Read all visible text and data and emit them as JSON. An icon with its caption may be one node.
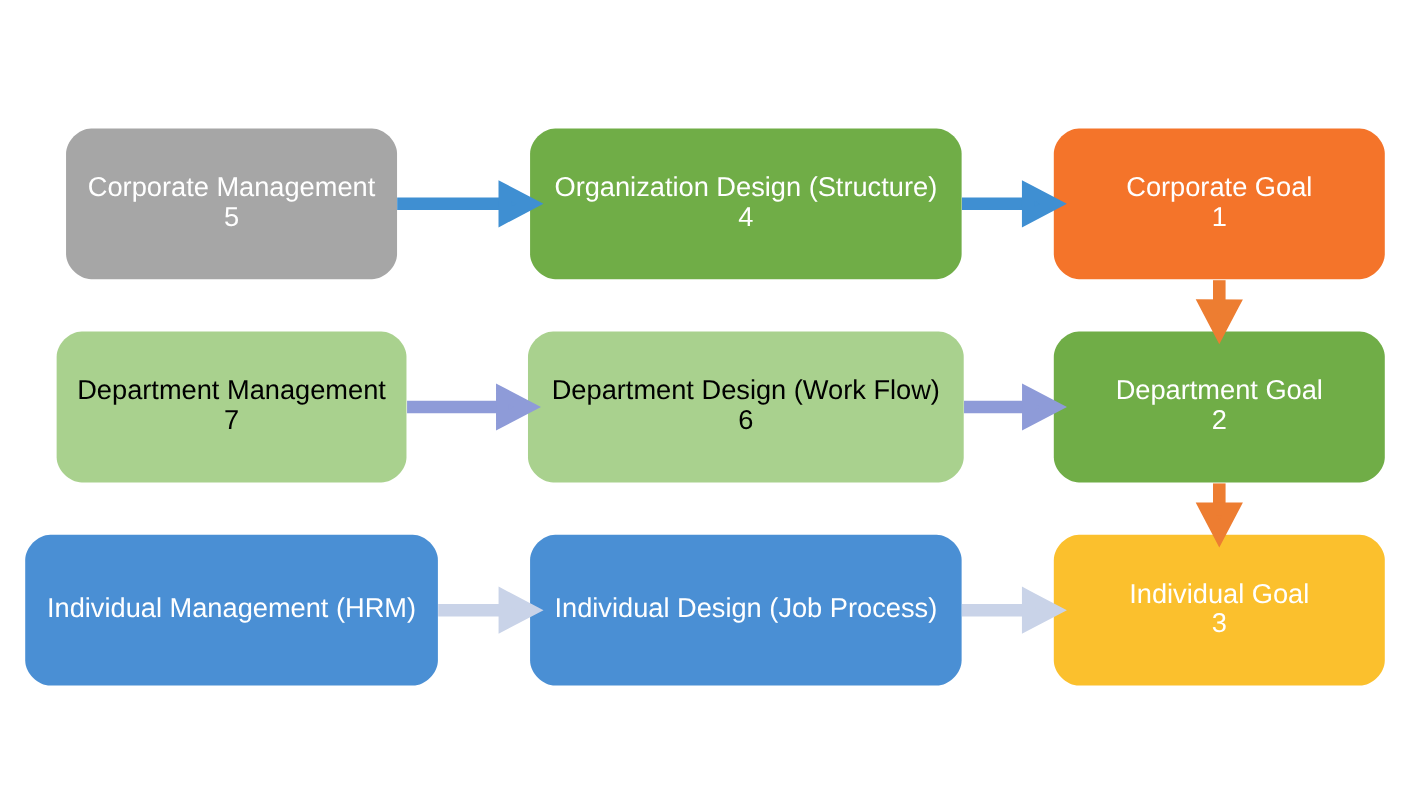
{
  "diagram": {
    "nodes": [
      {
        "text": [
          "Corporate Management",
          "5"
        ]
      },
      {
        "text": [
          "Organization Design (Structure)",
          "4"
        ]
      },
      {
        "text": [
          "Corporate Goal",
          "1"
        ]
      },
      {
        "text": [
          "Department Management",
          "7"
        ]
      },
      {
        "text": [
          "Department Design (Work Flow)",
          "6"
        ]
      },
      {
        "text": [
          "Department Goal",
          "2"
        ]
      },
      {
        "text": [
          "Individual Management (HRM)"
        ]
      },
      {
        "text": [
          "Individual Design (Job Process)"
        ]
      },
      {
        "text": [
          "Individual Goal",
          "3"
        ]
      }
    ],
    "edges": [
      {
        "from": 0,
        "to": 1,
        "arrow": "to",
        "color": "#3f8fd2"
      },
      {
        "from": 1,
        "to": 2,
        "arrow": "to",
        "color": "#3f8fd2"
      },
      {
        "from": 2,
        "to": 5,
        "arrow": "to",
        "color": "#ed7d31"
      },
      {
        "from": 3,
        "to": 4,
        "arrow": "to",
        "color": "#8e9bd8"
      },
      {
        "from": 4,
        "to": 5,
        "arrow": "to",
        "color": "#8e9bd8"
      },
      {
        "from": 5,
        "to": 8,
        "arrow": "to",
        "color": "#ed7d31"
      },
      {
        "from": 6,
        "to": 7,
        "arrow": "to",
        "color": "#c9d3e8"
      },
      {
        "from": 7,
        "to": 8,
        "arrow": "to",
        "color": "#c9d3e8"
      }
    ]
  }
}
